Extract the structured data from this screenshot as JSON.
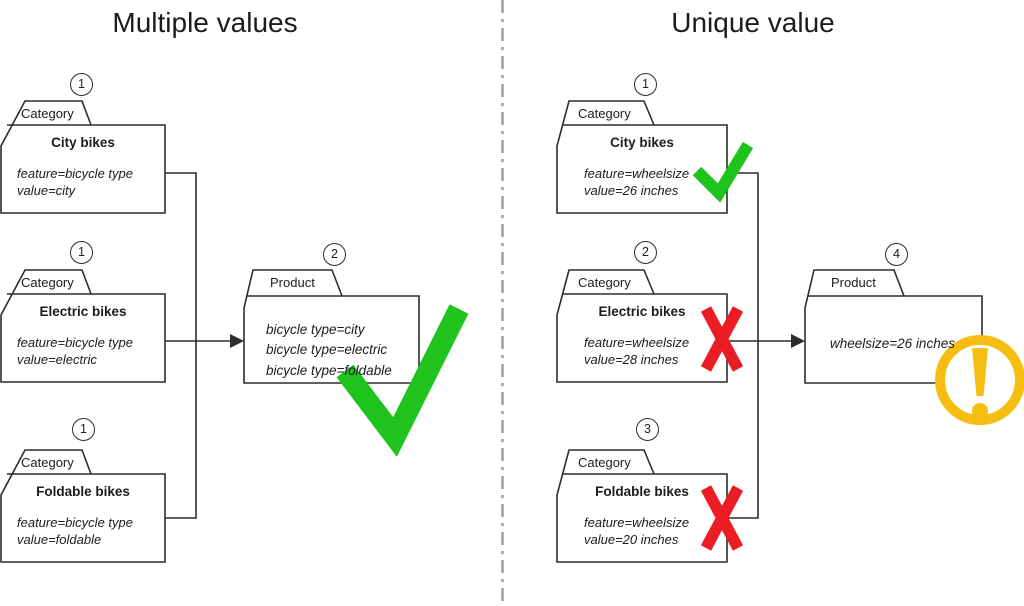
{
  "colors": {
    "check_green": "#1ec41c",
    "cross_red": "#ec1c24",
    "warning_amber": "#f5be10",
    "line_ink": "#2d2d2d",
    "divider_gray": "#9a9a9a"
  },
  "left": {
    "title": "Multiple values",
    "categories": [
      {
        "badge": "1",
        "tab": "Category",
        "name": "City bikes",
        "feature": "feature=bicycle type",
        "value": "value=city"
      },
      {
        "badge": "1",
        "tab": "Category",
        "name": "Electric bikes",
        "feature": "feature=bicycle type",
        "value": "value=electric"
      },
      {
        "badge": "1",
        "tab": "Category",
        "name": "Foldable bikes",
        "feature": "feature=bicycle type",
        "value": "value=foldable"
      }
    ],
    "product": {
      "badge": "2",
      "tab": "Product",
      "lines": [
        "bicycle type=city",
        "bicycle type=electric",
        "bicycle type=foldable"
      ],
      "status": "valid-check"
    }
  },
  "right": {
    "title": "Unique value",
    "categories": [
      {
        "badge": "1",
        "tab": "Category",
        "name": "City bikes",
        "feature": "feature=wheelsize",
        "value": "value=26 inches",
        "mark": "accepted-check"
      },
      {
        "badge": "2",
        "tab": "Category",
        "name": "Electric bikes",
        "feature": "feature=wheelsize",
        "value": "value=28 inches",
        "mark": "rejected-cross"
      },
      {
        "badge": "3",
        "tab": "Category",
        "name": "Foldable bikes",
        "feature": "feature=wheelsize",
        "value": "value=20 inches",
        "mark": "rejected-cross"
      }
    ],
    "product": {
      "badge": "4",
      "tab": "Product",
      "lines": [
        "wheelsize=26 inches"
      ],
      "status": "warning"
    }
  }
}
